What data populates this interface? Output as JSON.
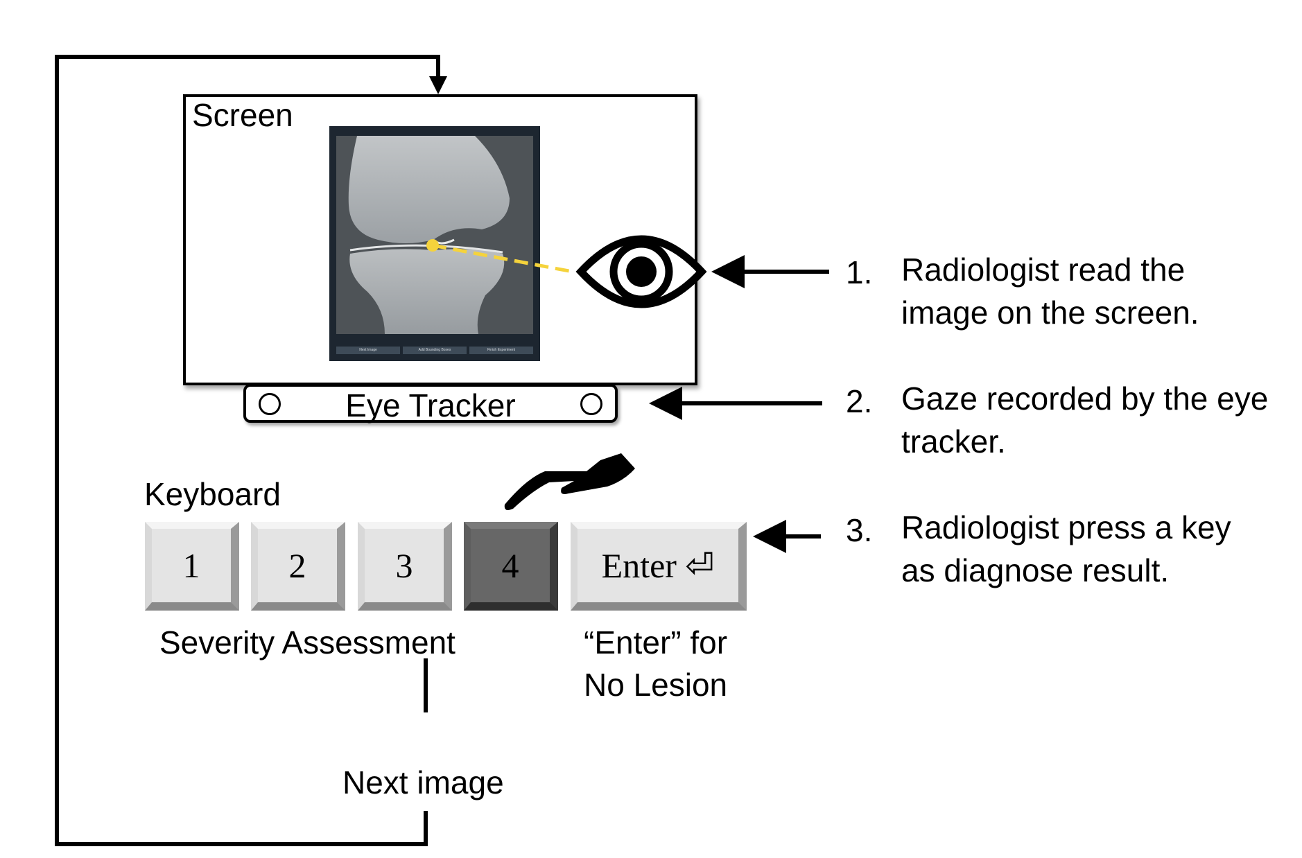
{
  "screen": {
    "title": "Screen",
    "viewer_buttons": [
      "Next Image",
      "Add Bounding Boxes",
      "Finish Experiment"
    ]
  },
  "eye_tracker": {
    "label": "Eye Tracker"
  },
  "keyboard": {
    "title": "Keyboard",
    "keys": [
      {
        "label": "1",
        "pressed": false
      },
      {
        "label": "2",
        "pressed": false
      },
      {
        "label": "3",
        "pressed": false
      },
      {
        "label": "4",
        "pressed": true
      },
      {
        "label": "Enter ⏎",
        "pressed": false
      }
    ],
    "severity_label": "Severity Assessment",
    "enter_note_line1": "“Enter” for",
    "enter_note_line2": "No Lesion"
  },
  "loop": {
    "label": "Next image"
  },
  "steps": [
    {
      "number": "1.",
      "line1": "Radiologist read the",
      "line2": "image on the screen."
    },
    {
      "number": "2.",
      "line1": "Gaze recorded by the eye",
      "line2": "tracker."
    },
    {
      "number": "3.",
      "line1": "Radiologist press a key",
      "line2": "as diagnose result."
    }
  ],
  "colors": {
    "gaze": "#f5d33c",
    "line": "#000000",
    "pressed_key": "#676767"
  },
  "icons": [
    "eye-icon",
    "hand-icon",
    "arrow-left-icon",
    "arrow-down-icon"
  ]
}
